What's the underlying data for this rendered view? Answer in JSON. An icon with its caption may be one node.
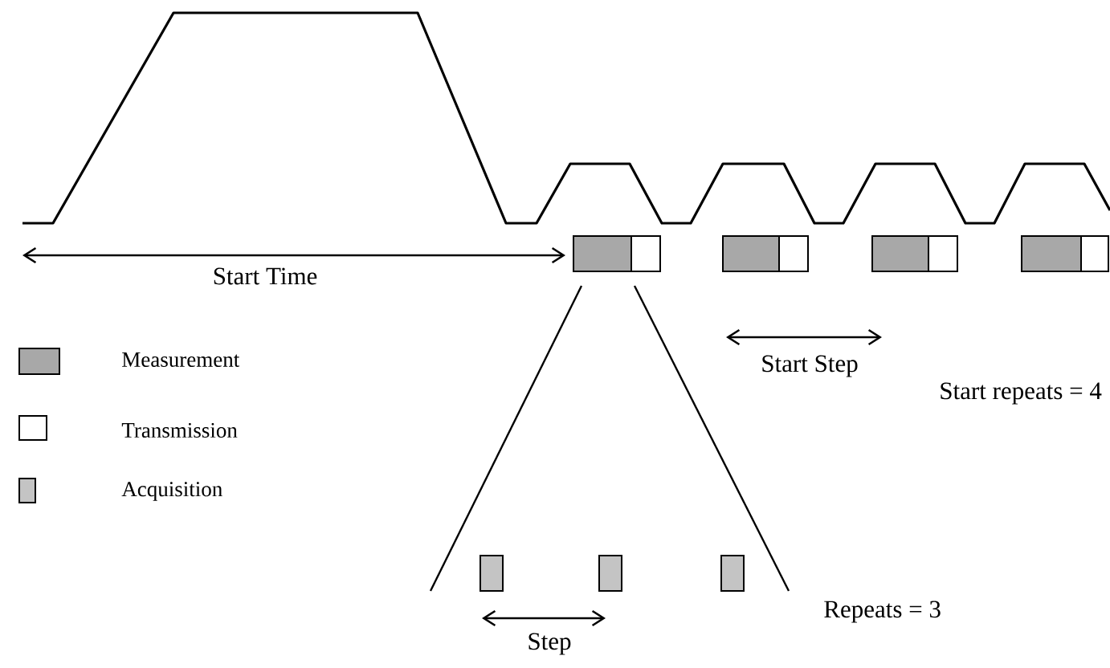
{
  "diagram": {
    "labels": [
      "Start Time",
      "Start Step",
      "Start repeats = 4",
      "Step",
      "Repeats = 3"
    ],
    "legend": [
      {
        "text": "Measurement",
        "color": "#a8a8a8"
      },
      {
        "text": "Transmission"
      },
      {
        "text": "Acquisition",
        "color": "#c4c4c4"
      }
    ]
  }
}
